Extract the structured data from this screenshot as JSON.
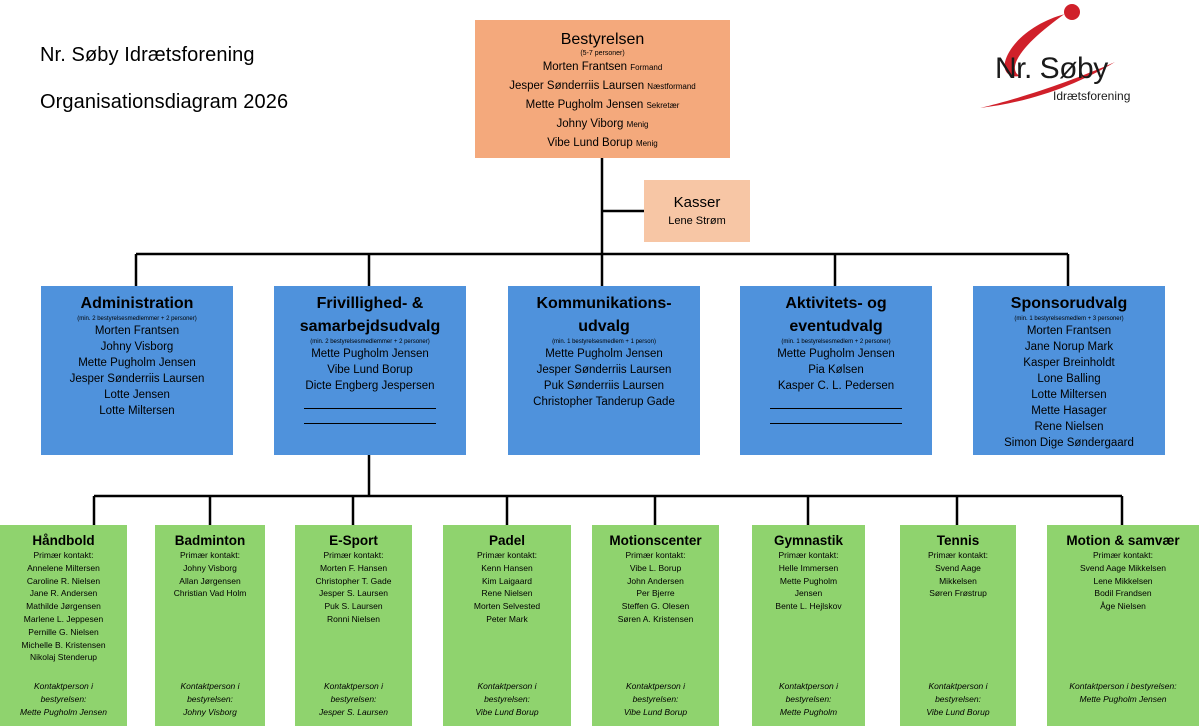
{
  "header": {
    "title": "Nr. Søby Idrætsforening",
    "subtitle": "Organisationsdiagram 2026"
  },
  "logo": {
    "wordmark": "Nr. Søby",
    "tagline": "Idrætsforening",
    "color_red": "#d0202a",
    "color_dark": "#1a1a1a"
  },
  "colors": {
    "board": "#f4a97c",
    "kasser": "#f7c6a5",
    "committee": "#4f92dc",
    "subgroup": "#8fd36e",
    "connector": "#000000"
  },
  "board": {
    "title": "Bestyrelsen",
    "note": "(5-7 personer)",
    "members": [
      {
        "name": "Morten Frantsen",
        "role": "Formand"
      },
      {
        "name": "Jesper Sønderriis Laursen",
        "role": "Næstformand"
      },
      {
        "name": "Mette Pugholm Jensen",
        "role": "Sekretær"
      },
      {
        "name": "Johny Viborg",
        "role": "Menig"
      },
      {
        "name": "Vibe Lund Borup",
        "role": "Menig"
      }
    ]
  },
  "kasser": {
    "title": "Kasser",
    "name": "Lene Strøm"
  },
  "committees": [
    {
      "title": "Administration",
      "note": "(min. 2 bestyrelsesmedlemmer + 2 personer)",
      "members": [
        "Morten Frantsen",
        "Johny Visborg",
        "Mette Pugholm Jensen",
        "Jesper Sønderriis Laursen",
        "Lotte Jensen",
        "Lotte Miltersen"
      ]
    },
    {
      "title_line1": "Frivillighed- &",
      "title_line2": "samarbejdsudvalg",
      "note": "(min. 2 bestyrelsesmedlemmer + 2 personer)",
      "members": [
        "Mette Pugholm Jensen",
        "Vibe Lund Borup",
        "Dicte Engberg Jespersen"
      ],
      "blank_lines": 2
    },
    {
      "title_line1": "Kommunikations-",
      "title_line2": "udvalg",
      "note": "(min. 1 bestyrelsesmedlem + 1 person)",
      "members": [
        "Mette Pugholm Jensen",
        "Jesper Sønderriis Laursen",
        "Puk Sønderriis Laursen",
        "Christopher Tanderup Gade"
      ]
    },
    {
      "title_line1": "Aktivitets- og",
      "title_line2": "eventudvalg",
      "note": "(min. 1 bestyrelsesmedlem + 2 personer)",
      "members": [
        "Mette Pugholm Jensen",
        "Pia Kølsen",
        "Kasper C. L. Pedersen"
      ],
      "blank_lines": 2
    },
    {
      "title": "Sponsorudvalg",
      "note": "(min. 1 bestyrelsesmedlem + 3 personer)",
      "members": [
        "Morten Frantsen",
        "Jane Norup Mark",
        "Kasper Breinholdt",
        "Lone Balling",
        "Lotte Miltersen",
        "Mette Hasager",
        "Rene Nielsen",
        "Simon Dige Søndergaard"
      ]
    }
  ],
  "subgroups": [
    {
      "title": "Håndbold",
      "primary_label": "Primær kontakt:",
      "primary": [
        "Annelene Miltersen",
        "Caroline R. Nielsen",
        "Jane R. Andersen",
        "Mathilde Jørgensen",
        "Marlene L. Jeppesen",
        "Pernille G. Nielsen",
        "Michelle B. Kristensen",
        "Nikolaj Stenderup"
      ],
      "contact_label_1": "Kontaktperson i",
      "contact_label_2": "bestyrelsen:",
      "contact": "Mette Pugholm Jensen"
    },
    {
      "title": "Badminton",
      "primary_label": "Primær kontakt:",
      "primary": [
        "Johny Visborg",
        "Allan Jørgensen",
        "Christian Vad Holm"
      ],
      "contact_label_1": "Kontaktperson i",
      "contact_label_2": "bestyrelsen:",
      "contact": "Johny Visborg"
    },
    {
      "title": "E-Sport",
      "primary_label": "Primær kontakt:",
      "primary": [
        "Morten F. Hansen",
        "Christopher T. Gade",
        "Jesper S. Laursen",
        "Puk S. Laursen",
        "Ronni Nielsen"
      ],
      "contact_label_1": "Kontaktperson i",
      "contact_label_2": "bestyrelsen:",
      "contact": "Jesper S. Laursen"
    },
    {
      "title": "Padel",
      "primary_label": "Primær kontakt:",
      "primary": [
        "Kenn Hansen",
        "Kim Laigaard",
        "Rene Nielsen",
        "Morten Selvested",
        "Peter Mark"
      ],
      "contact_label_1": "Kontaktperson i",
      "contact_label_2": "bestyrelsen:",
      "contact": "Vibe Lund Borup"
    },
    {
      "title": "Motionscenter",
      "primary_label": "Primær kontakt:",
      "primary": [
        "Vibe L. Borup",
        "John Andersen",
        "Per Bjerre",
        "Steffen G. Olesen",
        "Søren A. Kristensen"
      ],
      "contact_label_1": "Kontaktperson i",
      "contact_label_2": "bestyrelsen:",
      "contact": "Vibe Lund Borup"
    },
    {
      "title": "Gymnastik",
      "primary_label": "Primær kontakt:",
      "primary": [
        "Helle Immersen",
        "Mette Pugholm",
        "Jensen",
        "Bente L. Hejlskov"
      ],
      "contact_label_1": "Kontaktperson i",
      "contact_label_2": "bestyrelsen:",
      "contact": "Mette Pugholm"
    },
    {
      "title": "Tennis",
      "primary_label": "Primær kontakt:",
      "primary": [
        "Svend Aage",
        "Mikkelsen",
        "Søren Frøstrup"
      ],
      "contact_label_1": "Kontaktperson i",
      "contact_label_2": "bestyrelsen:",
      "contact": "Vibe Lund Borup"
    },
    {
      "title": "Motion & samvær",
      "primary_label": "Primær kontakt:",
      "primary": [
        "Svend Aage Mikkelsen",
        "Lene Mikkelsen",
        "Bodil Frandsen",
        "Åge Nielsen"
      ],
      "contact_label_1": "Kontaktperson i bestyrelsen:",
      "contact": "Mette Pugholm Jensen"
    }
  ]
}
